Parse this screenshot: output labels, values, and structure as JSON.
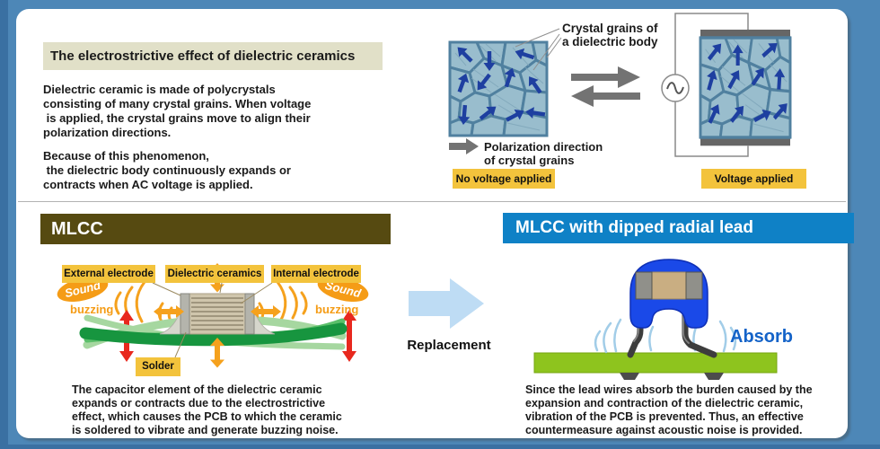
{
  "top": {
    "title": "The electrostrictive effect of dielectric ceramics",
    "para1": "Dielectric ceramic is made of polycrystals\nconsisting of many crystal grains. When voltage\n is applied, the crystal grains move to align their\npolarization directions.",
    "para2": "Because of this phenomenon,\n the dielectric body continuously expands or\ncontracts when AC voltage is applied.",
    "crystal_label1": "Crystal grains of",
    "crystal_label2": "a dielectric body",
    "polarization1": "Polarization direction",
    "polarization2": "of crystal grains",
    "no_voltage": "No voltage applied",
    "voltage": "Voltage applied"
  },
  "mlcc": {
    "header": "MLCC",
    "external": "External electrode",
    "dielectric": "Dielectric ceramics",
    "internal": "Internal electrode",
    "solder": "Solder",
    "sound": "Sound",
    "buzzing": "buzzing",
    "caption": "The capacitor element of the dielectric ceramic\nexpands or contracts due to the electrostrictive\neffect, which causes the PCB to which the ceramic\nis soldered to vibrate and generate buzzing noise."
  },
  "replacement": {
    "label": "Replacement"
  },
  "radial": {
    "header": "MLCC with dipped radial lead",
    "absorb": "Absorb",
    "caption": "Since the lead wires absorb the burden caused by the\nexpansion and contraction of the dielectric ceramic,\nvibration of the PCB is prevented. Thus, an effective\ncountermeasure against acoustic noise is provided."
  },
  "colors": {
    "frame_blue": "#4d87b7",
    "header_olive": "#564a11",
    "header_blue": "#0f81c6",
    "badge_yellow": "#f3c33c",
    "orange": "#f59c16",
    "red": "#e8281e",
    "pcb_green": "#17953f",
    "board_lime": "#8ec41e",
    "lead_body_blue": "#1a49e8",
    "absorb_blue": "#1463c8",
    "replace_arrow_blue": "#bedcf4",
    "grain_fill": "#99bdcd",
    "grain_border": "#50809f",
    "grain_arrow": "#1e3fa0"
  }
}
